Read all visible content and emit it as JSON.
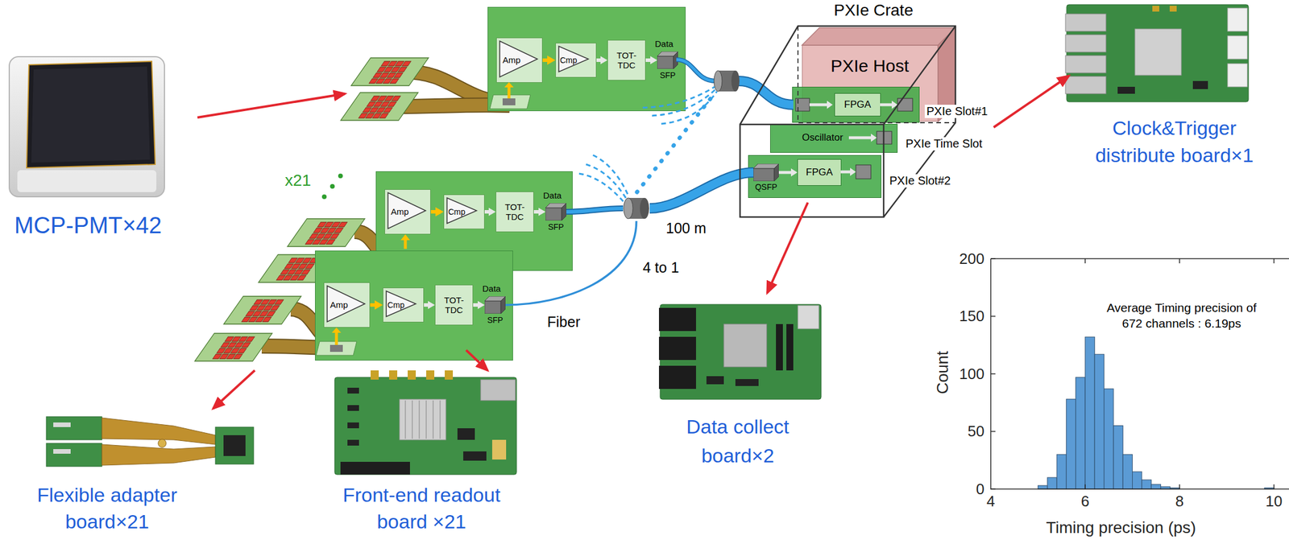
{
  "diagram": {
    "nodes": [
      {
        "text": [
          "Data"
        ]
      },
      {
        "text": [
          "Amp"
        ],
        "in": 0
      },
      {
        "text": [
          "Cmp"
        ],
        "in": 0
      },
      {
        "text": [
          "TOT-TDC"
        ],
        "in": 0
      },
      {
        "text": [
          "SFP"
        ],
        "in": 0
      },
      {
        "text": [
          "Data"
        ]
      },
      {
        "text": [
          "Amp"
        ],
        "in": 5
      },
      {
        "text": [
          "Cmp"
        ],
        "in": 5
      },
      {
        "text": [
          "TOT-TDC"
        ],
        "in": 5
      },
      {
        "text": [
          "SFP"
        ],
        "in": 5
      },
      {
        "text": [
          "Data"
        ]
      },
      {
        "text": [
          "Amp"
        ],
        "in": 10
      },
      {
        "text": [
          "Cmp"
        ],
        "in": 10
      },
      {
        "text": [
          "TOT-TDC"
        ],
        "in": 10
      },
      {
        "text": [
          "SFP"
        ],
        "in": 10
      },
      {
        "text": [
          "4 to 1"
        ]
      },
      {
        "text": [
          "PXIe Crate"
        ]
      },
      {
        "text": [
          "PXIe Host"
        ],
        "in": 16
      },
      {
        "text": [
          "PXIe Slot#1"
        ],
        "in": 16
      },
      {
        "text": [
          "FPGA"
        ],
        "in": 18
      },
      {
        "text": [
          "Oscillator",
          "PXIe Time Slot"
        ],
        "in": 16
      },
      {
        "text": [
          "PXIe Slot#2"
        ],
        "in": 16
      },
      {
        "text": [
          "QSFP"
        ],
        "in": 21
      },
      {
        "text": [
          "FPGA"
        ],
        "in": 21
      }
    ],
    "edges": [
      {
        "from": 1,
        "to": 2,
        "arrow": "to"
      },
      {
        "from": 2,
        "to": 3,
        "arrow": "to"
      },
      {
        "from": 3,
        "to": 4,
        "arrow": "to"
      },
      {
        "from": 6,
        "to": 7,
        "arrow": "to"
      },
      {
        "from": 7,
        "to": 8,
        "arrow": "to"
      },
      {
        "from": 8,
        "to": 9,
        "arrow": "to"
      },
      {
        "from": 11,
        "to": 12,
        "arrow": "to"
      },
      {
        "from": 12,
        "to": 13,
        "arrow": "to"
      },
      {
        "from": 13,
        "to": 14,
        "arrow": "to"
      },
      {
        "from": 9,
        "to": 15,
        "arrow": "none"
      },
      {
        "from": 14,
        "to": 15,
        "label": "Fiber",
        "arrow": "none"
      },
      {
        "from": 15,
        "to": 22,
        "label": "100 m",
        "arrow": "none"
      },
      {
        "from": 22,
        "to": 23,
        "arrow": "to"
      }
    ],
    "labels": [
      "MCP-PMT×42",
      "x21",
      "Flexible adapter board×21",
      "Front-end readout board ×21",
      "Data collect board×2",
      "Clock&Trigger distribute board×1",
      "200",
      "150",
      "100",
      "50",
      "0",
      "Count",
      "Average Timing precision of 672 channels : 6.19ps",
      "4",
      "6",
      "8",
      "10",
      "Timing precision (ps)"
    ]
  }
}
